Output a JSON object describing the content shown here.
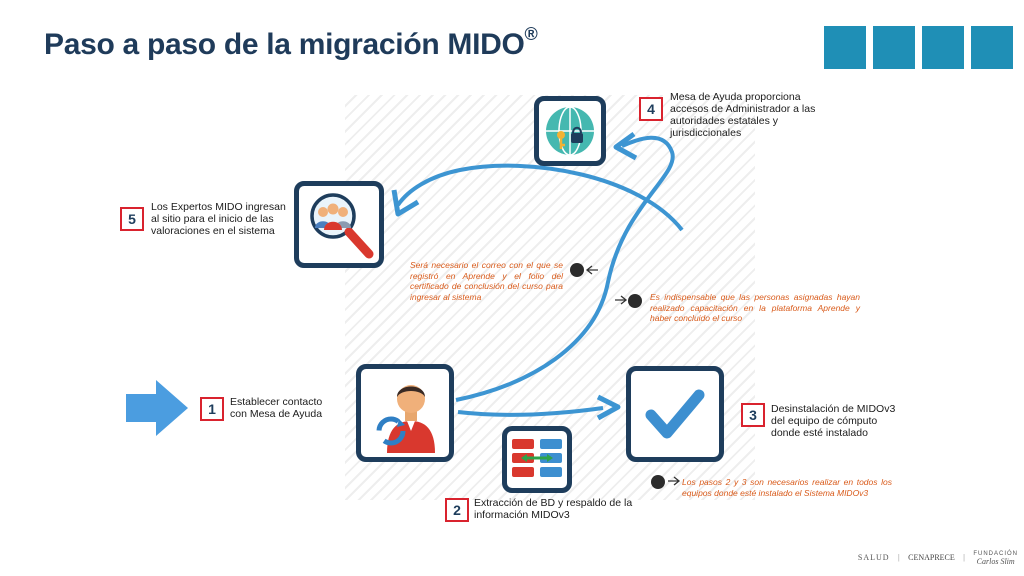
{
  "title": {
    "text": "Paso a paso de la migración MIDO",
    "mark": "®"
  },
  "steps": [
    {
      "num": "1",
      "text": "Establecer contacto con Mesa de Ayuda"
    },
    {
      "num": "2",
      "text": "Extracción de BD y respaldo de la información MIDOv3"
    },
    {
      "num": "3",
      "text": "Desinstalación de MIDOv3 del equipo de cómputo donde esté instalado"
    },
    {
      "num": "4",
      "text": "Mesa de Ayuda proporciona accesos de Administrador a las autoridades estatales y jurisdiccionales"
    },
    {
      "num": "5",
      "text": "Los Expertos MIDO ingresan al sitio para el inicio de las valoraciones en el sistema"
    }
  ],
  "notes": {
    "correo": "Será necesario el correo con el que se registró en Aprende y el folio del certificado de conclusión del curso para ingresar al sistema",
    "capacitacion": "Es indispensable que las personas asignadas hayan realizado capacitación en la plataforma Aprende y haber concluido el curso",
    "pasos": "Los pasos 2 y 3 son necesarios realizar en todos los equipos donde esté instalado el Sistema MIDOv3"
  },
  "logos": {
    "salud": "SALUD",
    "cenaprece": "CENAPRECE",
    "fundacion": "FUNDACIÓN",
    "carlos": "Carlos Slim"
  },
  "colors": {
    "title": "#1f3b5a",
    "accent": "#1f8fb6",
    "arrow": "#3d95d2",
    "tile_border": "#1e3d5c",
    "badge_border": "#d9232e",
    "note": "#d95b1b"
  }
}
